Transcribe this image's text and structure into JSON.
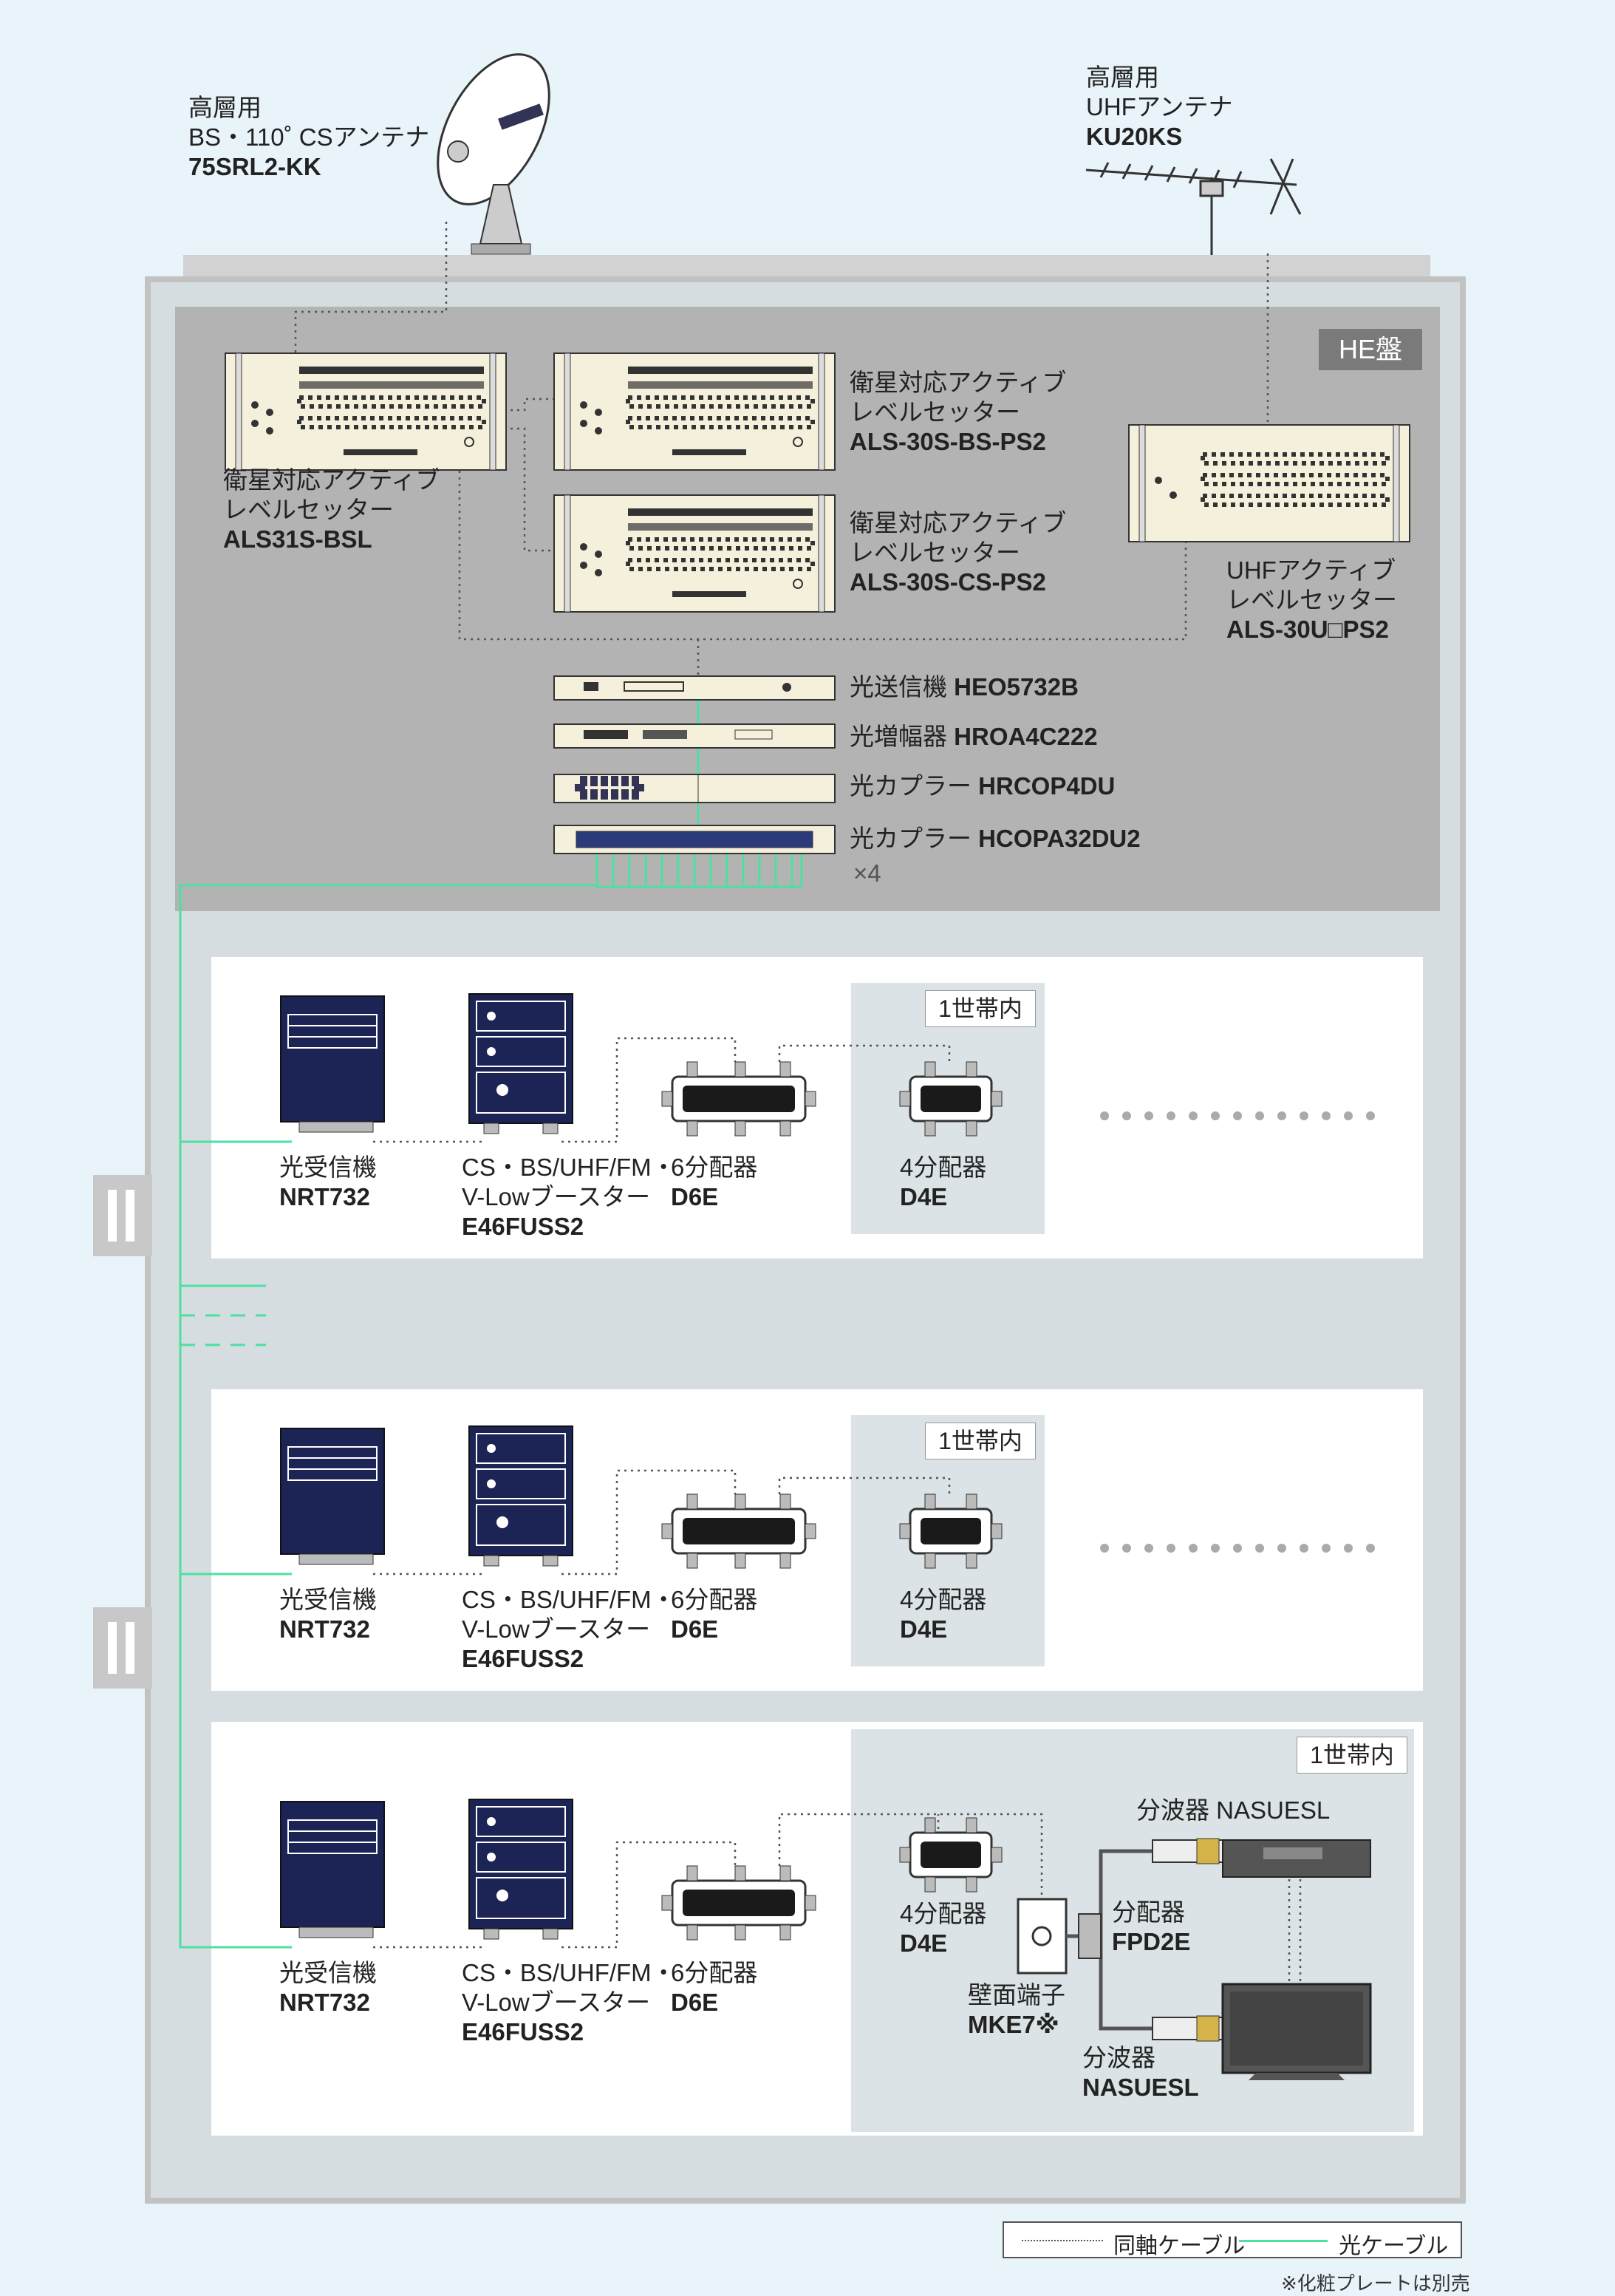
{
  "roof": {
    "bs_antenna": {
      "line1": "高層用",
      "line2": "BS・110˚ CSアンテナ",
      "model": "75SRL2-KK"
    },
    "uhf_antenna": {
      "line1": "高層用",
      "line2": "UHFアンテナ",
      "model": "KU20KS"
    }
  },
  "he_panel": {
    "badge": "HE盤",
    "als31s": {
      "line1": "衛星対応アクティブ",
      "line2": "レベルセッター",
      "model": "ALS31S-BSL"
    },
    "als30s_bs": {
      "line1": "衛星対応アクティブ",
      "line2": "レベルセッター",
      "model": "ALS-30S-BS-PS2"
    },
    "als30s_cs": {
      "line1": "衛星対応アクティブ",
      "line2": "レベルセッター",
      "model": "ALS-30S-CS-PS2"
    },
    "als30u": {
      "line1": "UHFアクティブ",
      "line2": "レベルセッター",
      "model": "ALS-30U□PS2"
    },
    "optical": [
      {
        "name": "光送信機",
        "model": "HEO5732B"
      },
      {
        "name": "光増幅器",
        "model": "HROA4C222"
      },
      {
        "name": "光カプラー",
        "model": "HRCOP4DU"
      },
      {
        "name": "光カプラー",
        "model": "HCOPA32DU2"
      }
    ],
    "coupler_qty": "×4"
  },
  "floors": [
    {
      "receiver": {
        "name": "光受信機",
        "model": "NRT732"
      },
      "booster": {
        "line1": "CS・BS/UHF/FM・",
        "line2": "V-Lowブースター",
        "model": "E46FUSS2"
      },
      "splitter6": {
        "name": "6分配器",
        "model": "D6E"
      },
      "unit_badge": "1世帯内",
      "splitter4": {
        "name": "4分配器",
        "model": "D4E"
      }
    },
    {
      "receiver": {
        "name": "光受信機",
        "model": "NRT732"
      },
      "booster": {
        "line1": "CS・BS/UHF/FM・",
        "line2": "V-Lowブースター",
        "model": "E46FUSS2"
      },
      "splitter6": {
        "name": "6分配器",
        "model": "D6E"
      },
      "unit_badge": "1世帯内",
      "splitter4": {
        "name": "4分配器",
        "model": "D4E"
      }
    },
    {
      "receiver": {
        "name": "光受信機",
        "model": "NRT732"
      },
      "booster": {
        "line1": "CS・BS/UHF/FM・",
        "line2": "V-Lowブースター",
        "model": "E46FUSS2"
      },
      "splitter6": {
        "name": "6分配器",
        "model": "D6E"
      },
      "unit_badge": "1世帯内",
      "splitter4": {
        "name": "4分配器",
        "model": "D4E"
      },
      "wall_outlet": {
        "name": "壁面端子",
        "model": "MKE7※"
      },
      "divider": {
        "name": "分配器",
        "model": "FPD2E"
      },
      "demux_top": {
        "label": "分波器 NASUESL"
      },
      "demux_bottom": {
        "name": "分波器",
        "model": "NASUESL"
      }
    }
  ],
  "legend": {
    "coax": "同軸ケーブル",
    "optical": "光ケーブル"
  },
  "footnote": "※化粧プレートは別売",
  "colors": {
    "optical_cable": "#4de0a0",
    "coax_cable": "#555555",
    "equipment_navy": "#1c2456",
    "rack_cream": "#f5f0dc",
    "he_panel": "#b3b3b3"
  }
}
